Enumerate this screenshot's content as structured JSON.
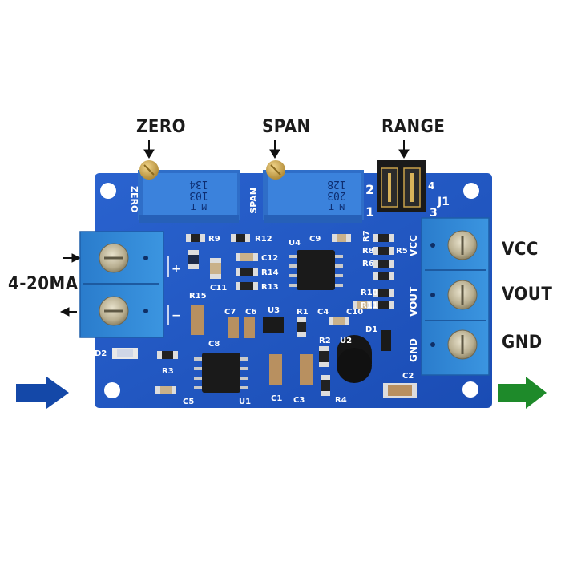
{
  "labels": {
    "zero": "ZERO",
    "span": "SPAN",
    "range": "RANGE",
    "input": "4-20MA",
    "vcc": "VCC",
    "vout": "VOUT",
    "gnd": "GND"
  },
  "pot_markings": {
    "zero_line1": "M T",
    "zero_line2": "103",
    "zero_line3": "134",
    "span_line1": "M T",
    "span_line2": "203",
    "span_line3": "128"
  },
  "silkscreen": {
    "zero": "ZERO",
    "span": "SPAN",
    "vcc": "VCC",
    "vout": "VOUT",
    "gnd": "GND",
    "plus": "+",
    "minus": "−",
    "j1": "J1",
    "j_num2": "2",
    "j_num1": "1",
    "j_num4": "4",
    "j_num3": "3",
    "components": [
      "R9",
      "R12",
      "U4",
      "C9",
      "R7",
      "R8",
      "R6",
      "R5",
      "C12",
      "R14",
      "R13",
      "R10",
      "R11",
      "C11",
      "R15",
      "C7",
      "C6",
      "U3",
      "R1",
      "C4",
      "C10",
      "C8",
      "D1",
      "R2",
      "U2",
      "R3",
      "D2",
      "C5",
      "U1",
      "C1",
      "C3",
      "R4",
      "C2"
    ]
  },
  "colors": {
    "pcb": "#1f57c4",
    "terminal": "#2f86d4",
    "pot": "#3a7fd8",
    "arrow_in": "#1448a8",
    "arrow_out": "#1e8a2a"
  }
}
